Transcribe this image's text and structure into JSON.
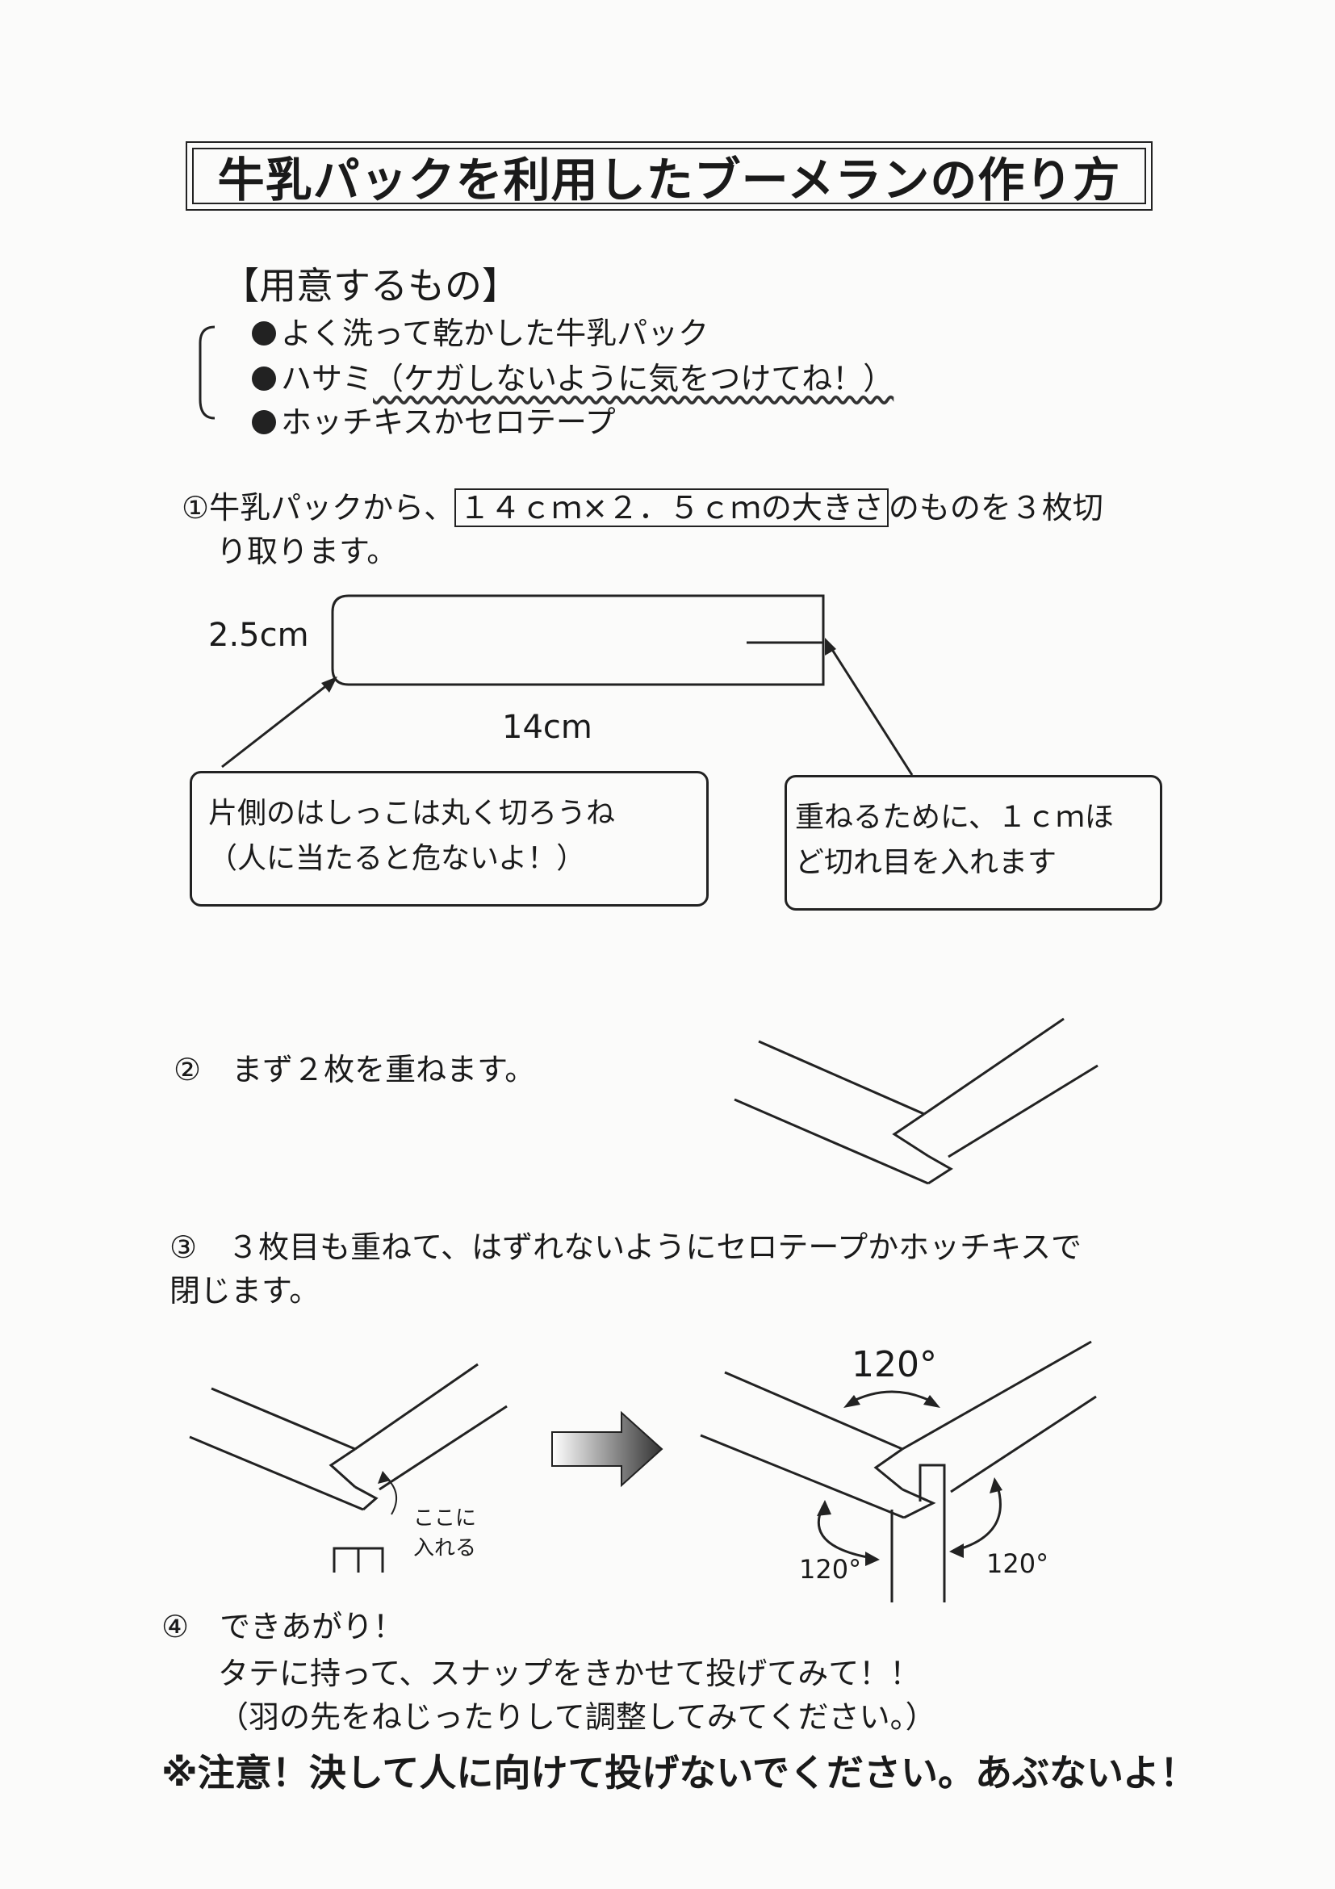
{
  "title": "牛乳パックを利用したブーメランの作り方",
  "materials": {
    "heading": "【用意するもの】",
    "items": [
      "よく洗って乾かした牛乳パック",
      "ハサミ",
      "（ケガしないように気をつけてね！）",
      "ホッチキスかセロテープ"
    ]
  },
  "step1": {
    "text_a": "①牛乳パックから、",
    "text_boxed": "１４ｃｍ×２．５ｃｍの大きさ",
    "text_b": "のものを３枚切",
    "text_c": "り取ります。",
    "dim_width": "2.5cm",
    "dim_length": "14cm",
    "callout_left": [
      "片側のはしっこは丸く切ろうね",
      "（人に当たると危ないよ！）"
    ],
    "callout_right": [
      "重ねるために、１ｃｍほ",
      "ど切れ目を入れます"
    ]
  },
  "step2": {
    "text": "②　まず２枚を重ねます。"
  },
  "step3": {
    "text_line1": "③　３枚目も重ねて、はずれないようにセロテープかホッチキスで",
    "text_line2": "閉じます。",
    "insert_note": [
      "ここに",
      "入れる"
    ],
    "angle_top": "120°",
    "angle_left": "120°",
    "angle_right": "120°"
  },
  "step4": {
    "line1": "④　できあがり！",
    "line2": "タテに持って、スナップをきかせて投げてみて！！",
    "line3": "（羽の先をねじったりして調整してみてください。）"
  },
  "warning": "※注意！決して人に向けて投げないでください。あぶないよ！"
}
